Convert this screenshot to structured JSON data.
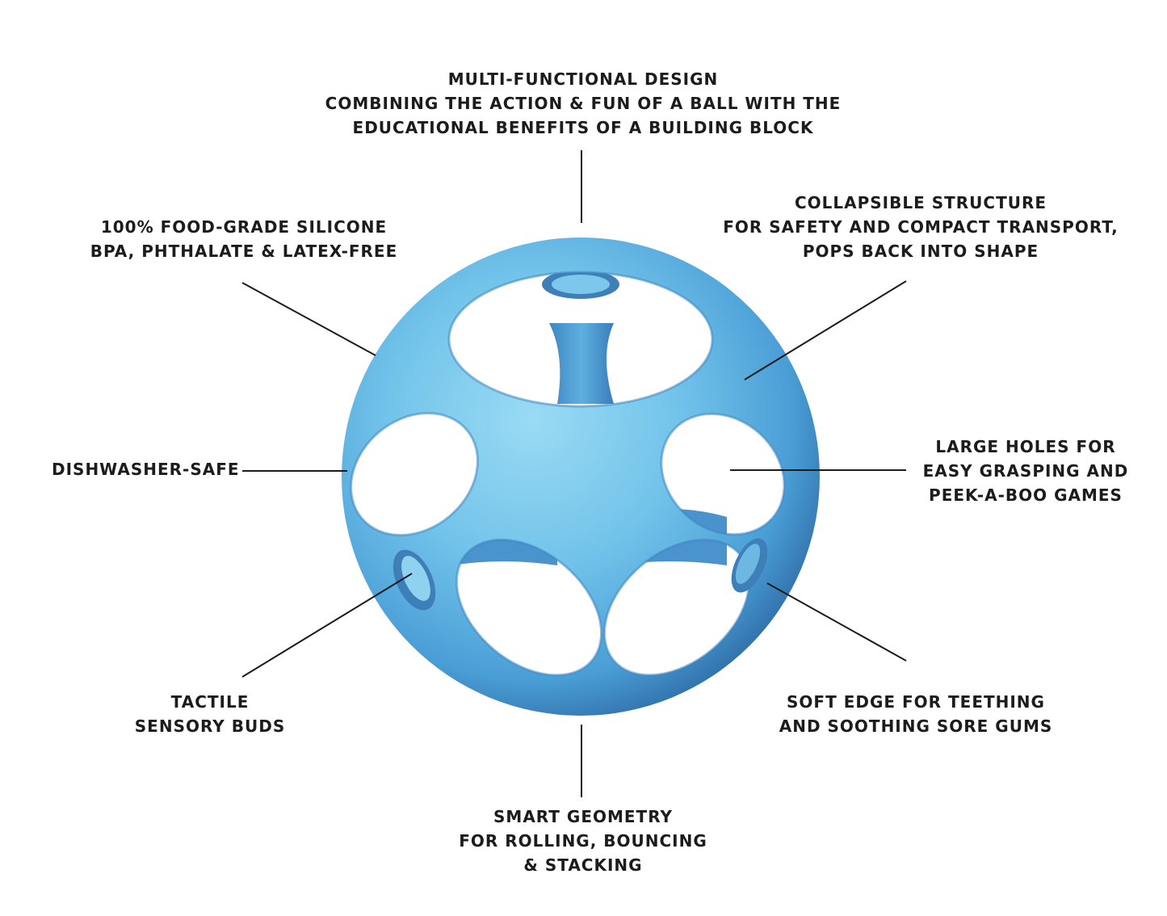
{
  "callouts": {
    "top": [
      "MULTI-FUNCTIONAL DESIGN",
      "COMBINING THE ACTION & FUN OF A BALL WITH THE",
      "EDUCATIONAL BENEFITS OF A BUILDING BLOCK"
    ],
    "top_left": [
      "100% FOOD-GRADE SILICONE",
      "BPA, PHTHALATE & LATEX-FREE"
    ],
    "top_right": [
      "COLLAPSIBLE STRUCTURE",
      "FOR SAFETY AND COMPACT TRANSPORT,",
      "POPS BACK INTO SHAPE"
    ],
    "left": [
      "DISHWASHER-SAFE"
    ],
    "right": [
      "LARGE HOLES FOR",
      "EASY GRASPING AND",
      "PEEK-A-BOO GAMES"
    ],
    "bottom_left": [
      "TACTILE",
      "SENSORY BUDS"
    ],
    "bottom_right": [
      "SOFT EDGE FOR TEETHING",
      "AND SOOTHING SORE GUMS"
    ],
    "bottom": [
      "SMART GEOMETRY",
      "FOR ROLLING, BOUNCING",
      "& STACKING"
    ]
  },
  "colors": {
    "ball_light": "#8dd3f0",
    "ball_mid": "#5bb4e4",
    "ball_dark": "#2f6fa8",
    "leader_line": "#1c1c1c",
    "text": "#1c1c1c"
  }
}
